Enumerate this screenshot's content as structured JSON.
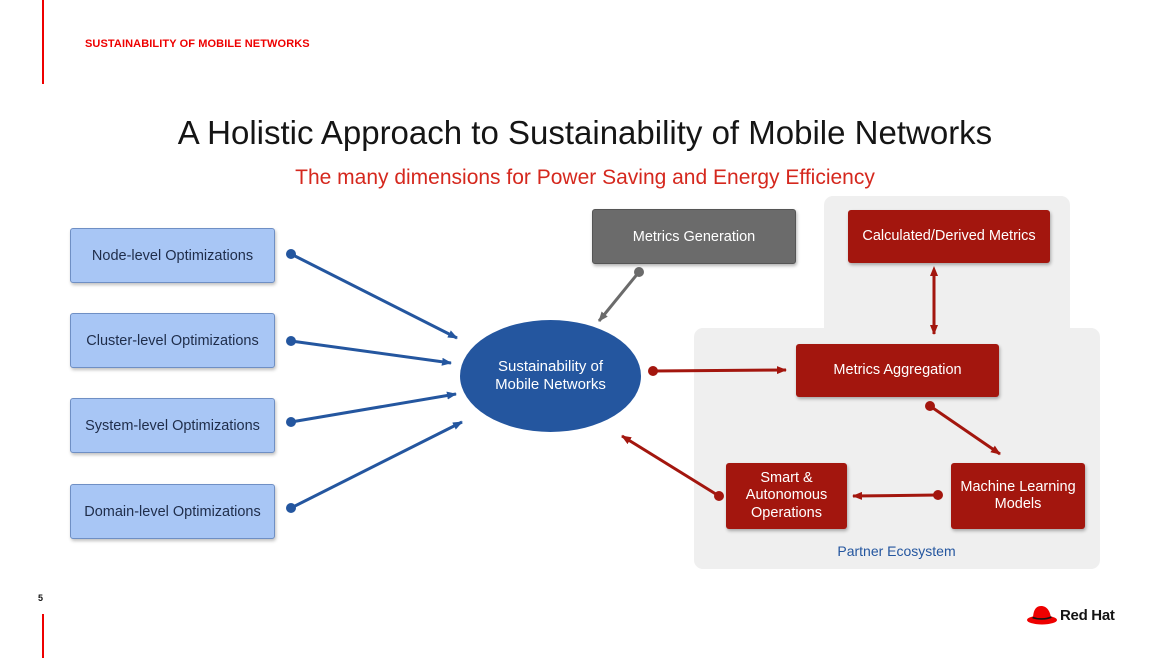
{
  "header": {
    "section_label": "SUSTAINABILITY OF MOBILE NETWORKS"
  },
  "slide": {
    "title": "A Holistic Approach to Sustainability of Mobile Networks",
    "subtitle": "The many dimensions for Power Saving and Energy Efficiency"
  },
  "optimizations": [
    "Node-level Optimizations",
    "Cluster-level Optimizations",
    "System-level Optimizations",
    "Domain-level Optimizations"
  ],
  "center": {
    "label": "Sustainability of Mobile Networks"
  },
  "boxes": {
    "metrics_generation": "Metrics Generation",
    "calculated_metrics": "Calculated/Derived Metrics",
    "metrics_aggregation": "Metrics Aggregation",
    "ml_models": "Machine Learning Models",
    "smart_operations": "Smart & Autonomous Operations"
  },
  "partner_label": "Partner Ecosystem",
  "footer": {
    "page_number": "5",
    "brand": "Red Hat"
  },
  "colors": {
    "accent_red": "#ee0000",
    "dark_red": "#a3160e",
    "blue": "#24569f",
    "light_blue": "#a8c6f5",
    "gray": "#6b6b6b"
  },
  "icons": [
    "red-hat-logo-icon"
  ]
}
